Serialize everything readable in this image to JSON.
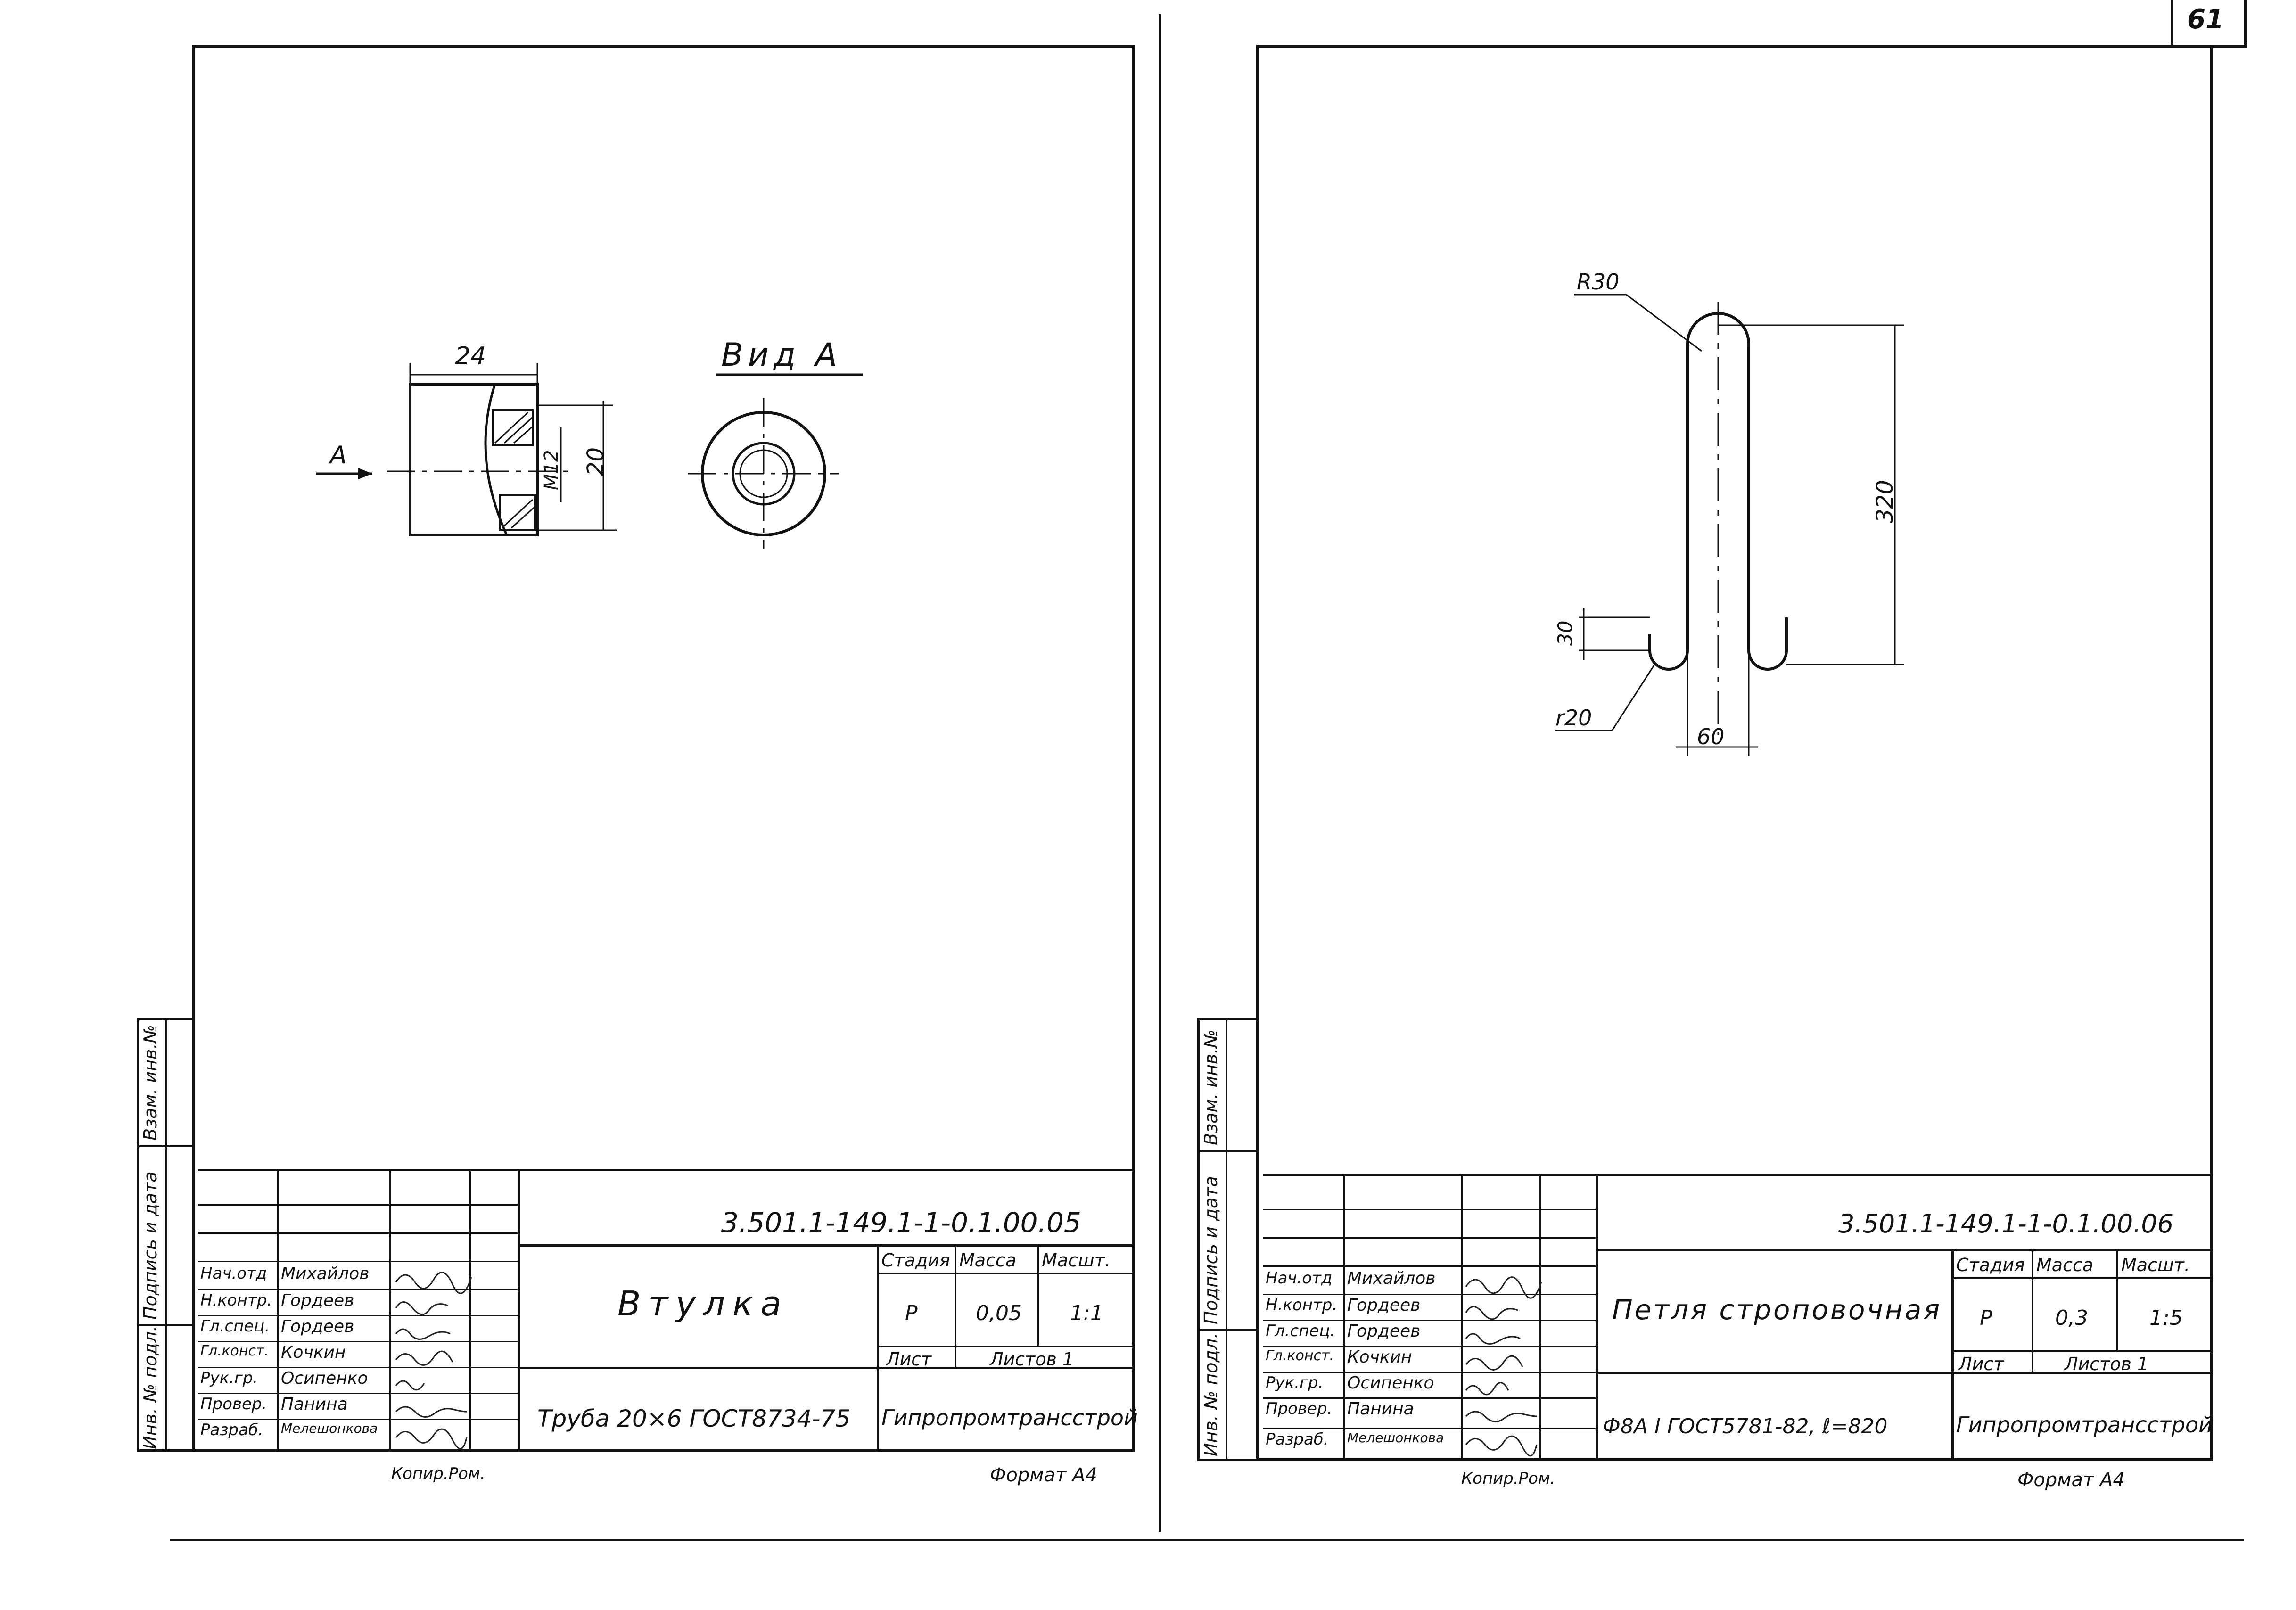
{
  "page_number": "61",
  "left_sheet": {
    "designation": "3.501.1-149.1-1-0.1.00.05",
    "title": "Втулка",
    "material": "Труба 20×6 ГОСТ8734-75",
    "organization": "Гипропромтрансстрой",
    "stage_label": "Стадия",
    "mass_label": "Масса",
    "scale_label": "Масшт.",
    "stage": "Р",
    "mass": "0,05",
    "scale": "1:1",
    "sheet_label": "Лист",
    "sheets_label": "Листов 1",
    "copied": "Копир.Ром.",
    "format": "Формат А4",
    "view_label": "Вид А",
    "arrow_label": "А",
    "dims": {
      "length": "24",
      "diameter": "20",
      "thread": "М12"
    },
    "side_labels": [
      "Инв. № подл.",
      "Подпись и дата",
      "Взам. инв.№"
    ],
    "staff": [
      {
        "role": "Нач.отд",
        "name": "Михайлов"
      },
      {
        "role": "Н.контр.",
        "name": "Гордеев"
      },
      {
        "role": "Гл.спец.",
        "name": "Гордеев"
      },
      {
        "role": "Гл.конст.",
        "name": "Кочкин"
      },
      {
        "role": "Рук.гр.",
        "name": "Осипенко"
      },
      {
        "role": "Провер.",
        "name": "Панина"
      },
      {
        "role": "Разраб.",
        "name": "Мелешонкова"
      }
    ]
  },
  "right_sheet": {
    "designation": "3.501.1-149.1-1-0.1.00.06",
    "title": "Петля строповочная",
    "material": "Ф8А I ГОСТ5781-82, ℓ=820",
    "organization": "Гипропромтрансстрой",
    "stage_label": "Стадия",
    "mass_label": "Масса",
    "scale_label": "Масшт.",
    "stage": "Р",
    "mass": "0,3",
    "scale": "1:5",
    "sheet_label": "Лист",
    "sheets_label": "Листов 1",
    "copied": "Копир.Ром.",
    "format": "Формат А4",
    "dims": {
      "radius_top": "R30",
      "height": "320",
      "hook": "30",
      "radius_bottom": "r20",
      "width": "60"
    },
    "side_labels": [
      "Инв. № подл.",
      "Подпись и дата",
      "Взам. инв.№"
    ],
    "staff": [
      {
        "role": "Нач.отд",
        "name": "Михайлов"
      },
      {
        "role": "Н.контр.",
        "name": "Гордеев"
      },
      {
        "role": "Гл.спец.",
        "name": "Гордеев"
      },
      {
        "role": "Гл.конст.",
        "name": "Кочкин"
      },
      {
        "role": "Рук.гр.",
        "name": "Осипенко"
      },
      {
        "role": "Провер.",
        "name": "Панина"
      },
      {
        "role": "Разраб.",
        "name": "Мелешонкова"
      }
    ]
  }
}
